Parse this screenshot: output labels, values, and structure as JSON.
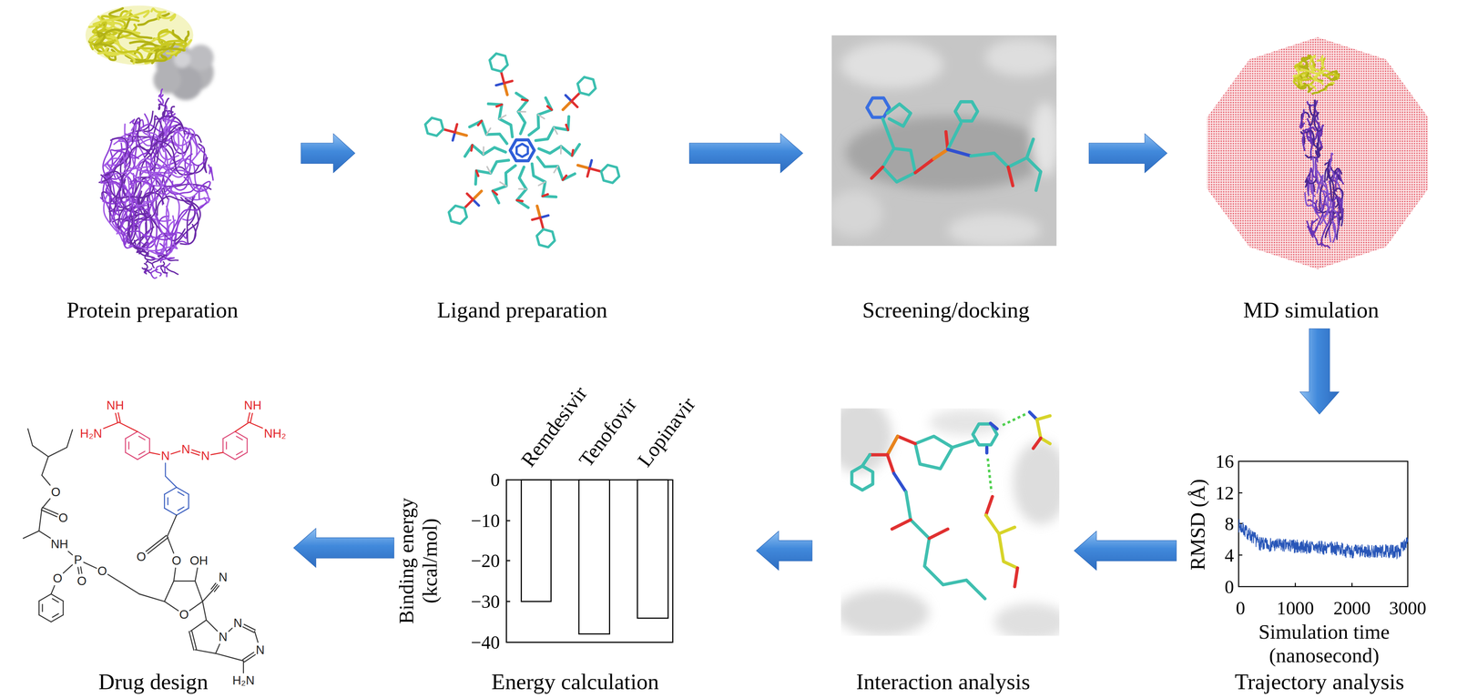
{
  "diagram": {
    "nodes": [
      {
        "text": [
          "Protein preparation"
        ]
      },
      {
        "text": [
          "Ligand preparation"
        ]
      },
      {
        "text": [
          "Screening/docking"
        ]
      },
      {
        "text": [
          "MD simulation"
        ]
      },
      {
        "text": [
          "Drug design"
        ]
      },
      {
        "text": [
          "Energy calculation"
        ]
      },
      {
        "text": [
          "Interaction analysis"
        ]
      },
      {
        "text": [
          "Trajectory analysis"
        ]
      }
    ],
    "edges": [
      {
        "from": 0,
        "to": 1,
        "arrow": "to"
      },
      {
        "from": 1,
        "to": 2,
        "arrow": "to"
      },
      {
        "from": 2,
        "to": 3,
        "arrow": "to"
      },
      {
        "from": 3,
        "to": 7,
        "arrow": "to"
      },
      {
        "from": 7,
        "to": 6,
        "arrow": "to"
      },
      {
        "from": 6,
        "to": 5,
        "arrow": "to"
      },
      {
        "from": 5,
        "to": 4,
        "arrow": "to"
      }
    ],
    "labels": [
      "Remdesivir",
      "Tenofovir",
      "Lopinavir",
      "Binding energy (kcal/mol)",
      "0",
      "−10",
      "−20",
      "−30",
      "−40",
      "RMSD (Å)",
      "16",
      "12",
      "8",
      "4",
      "0",
      "0",
      "1000",
      "2000",
      "3000",
      "Simulation time (nanosecond)",
      "NH",
      "H₂N",
      "NH",
      "NH₂",
      "N",
      "N",
      "N",
      "O",
      "O",
      "NH",
      "P",
      "O",
      "O",
      "O",
      "O",
      "O",
      "OH",
      "O",
      "N",
      "N",
      "N",
      "N",
      "H₂N"
    ]
  }
}
